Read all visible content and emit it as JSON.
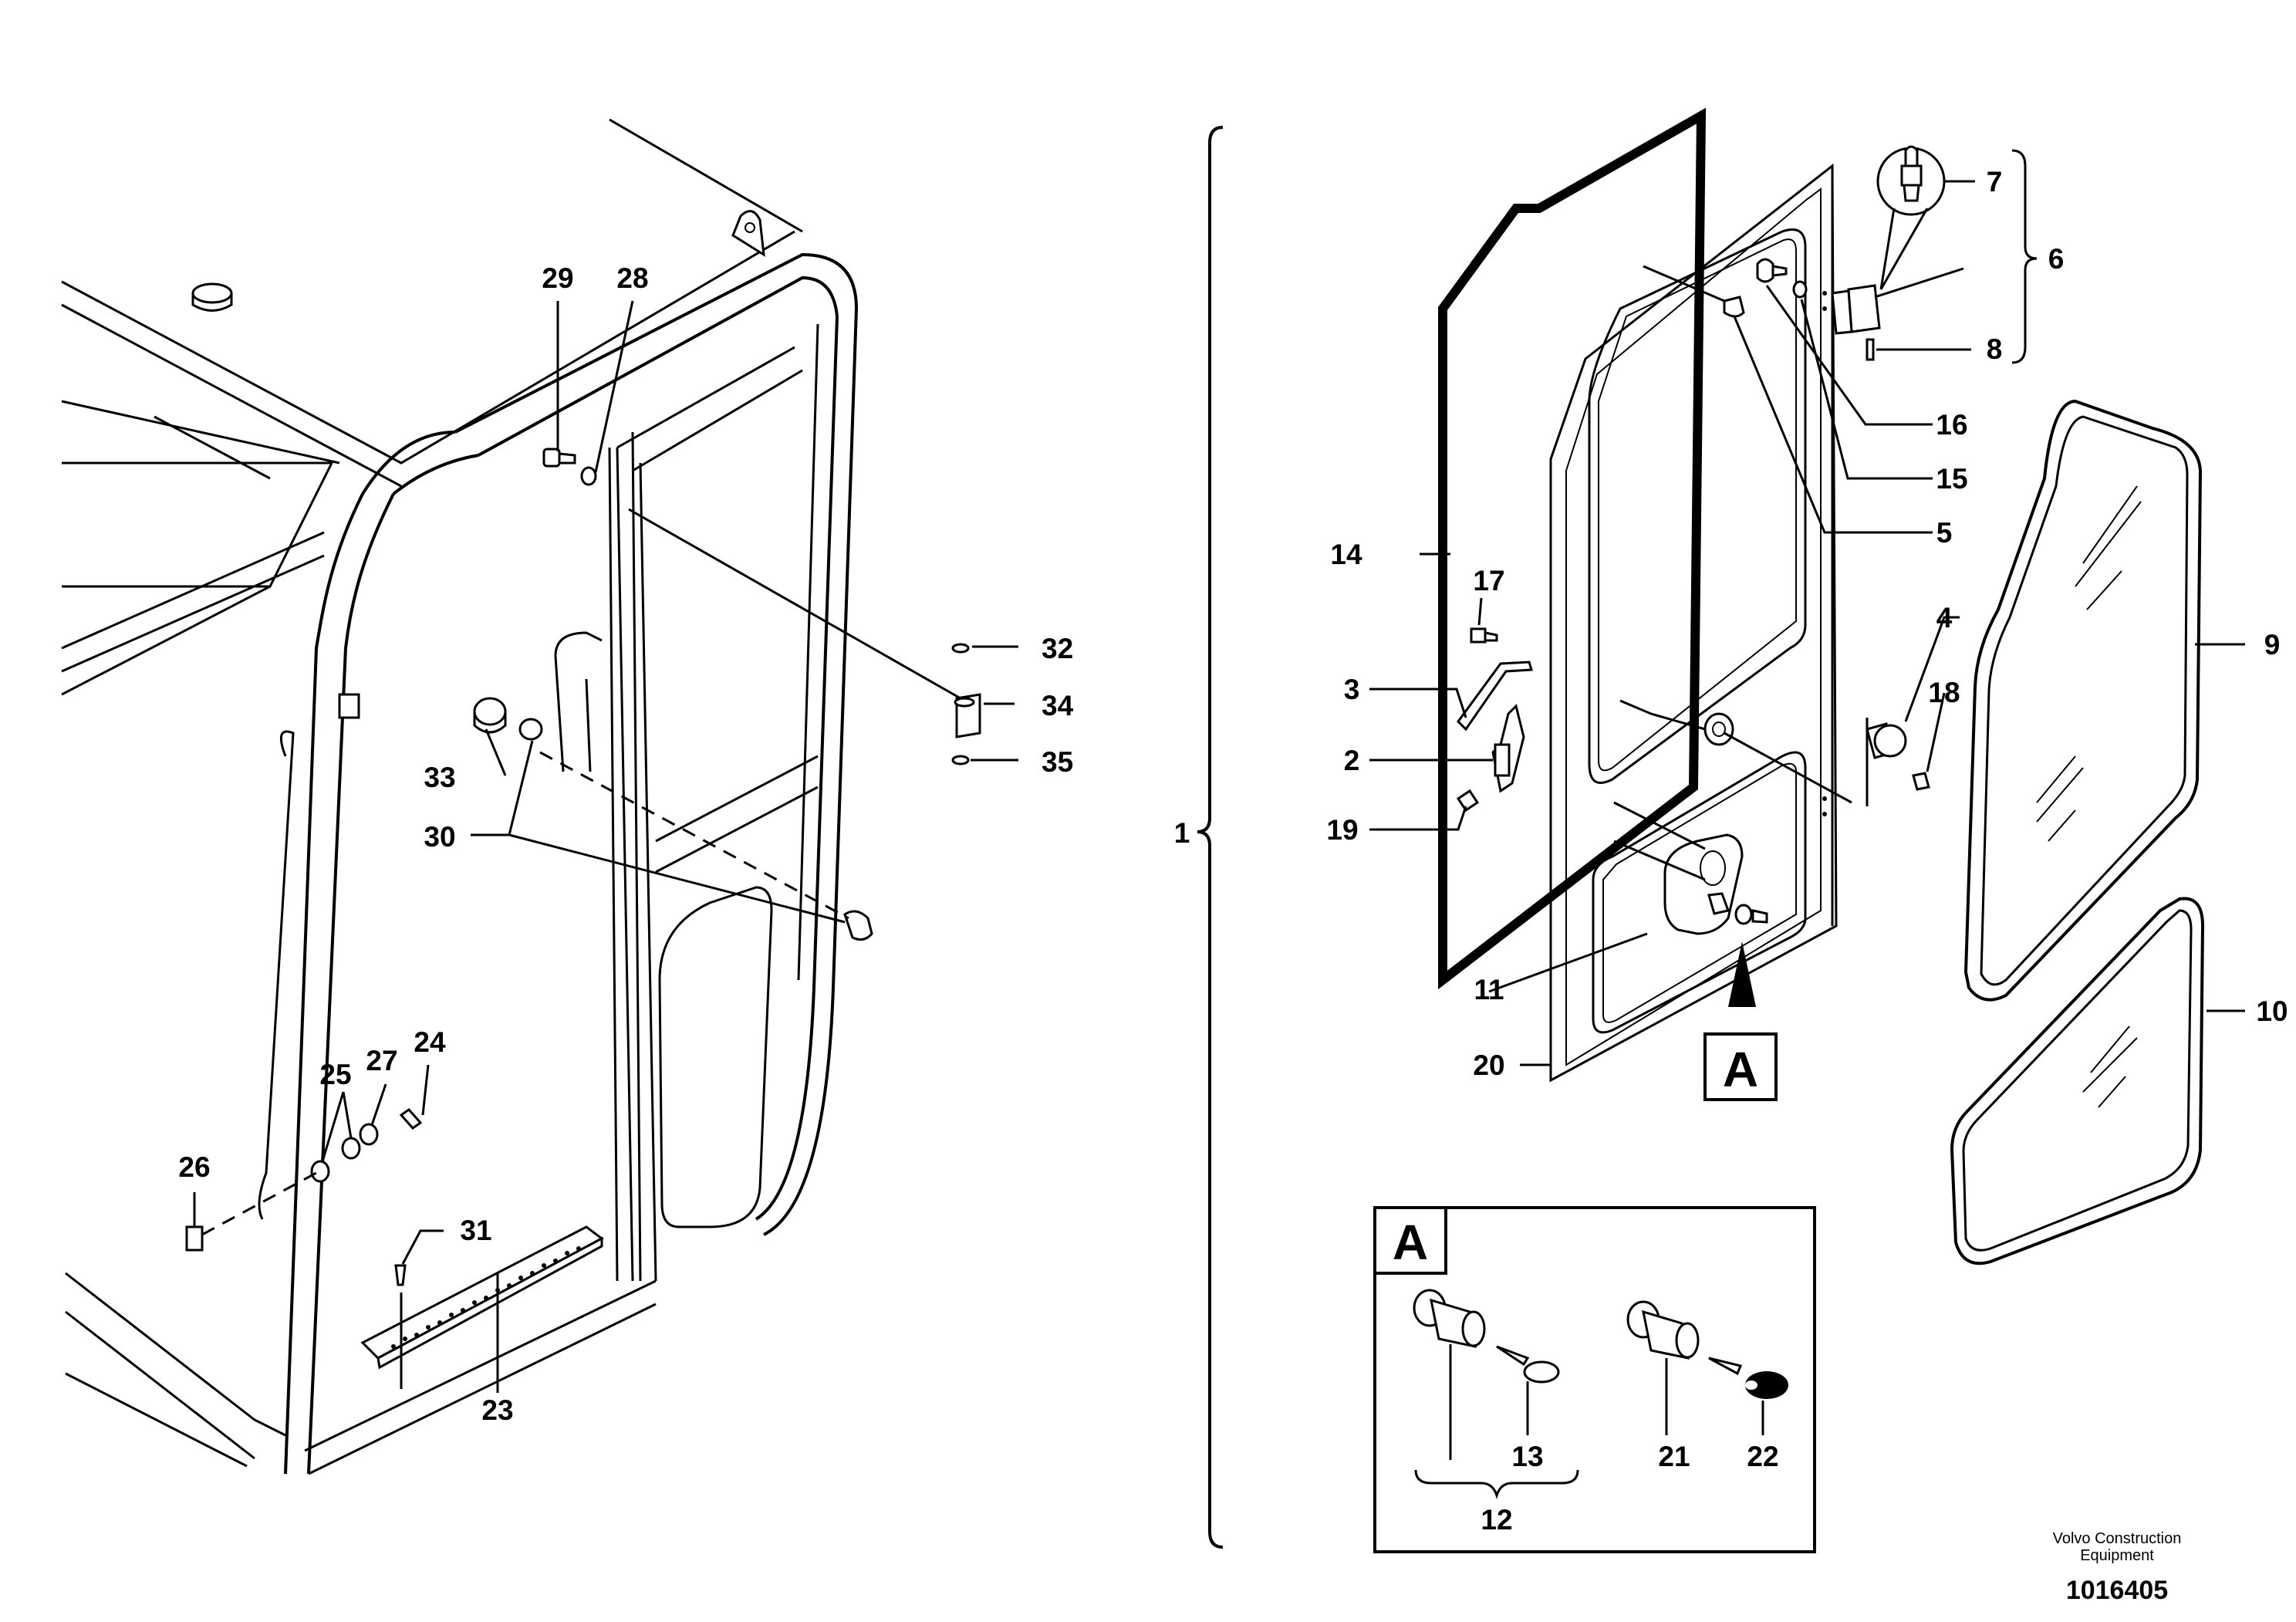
{
  "callouts": {
    "c1": "1",
    "c2": "2",
    "c3": "3",
    "c4": "4",
    "c5": "5",
    "c6": "6",
    "c7": "7",
    "c8": "8",
    "c9": "9",
    "c10": "10",
    "c11": "11",
    "c12": "12",
    "c13": "13",
    "c14": "14",
    "c15": "15",
    "c16": "16",
    "c17": "17",
    "c18": "18",
    "c19": "19",
    "c20": "20",
    "c21": "21",
    "c22": "22",
    "c23": "23",
    "c24": "24",
    "c25": "25",
    "c26": "26",
    "c27": "27",
    "c28": "28",
    "c29": "29",
    "c30": "30",
    "c31": "31",
    "c32": "32",
    "c33": "33",
    "c34": "34",
    "c35": "35"
  },
  "detail_marker": "A",
  "detail_box_label": "A",
  "footer": {
    "company_line1": "Volvo Construction",
    "company_line2": "Equipment",
    "drawing_number": "1016405"
  }
}
